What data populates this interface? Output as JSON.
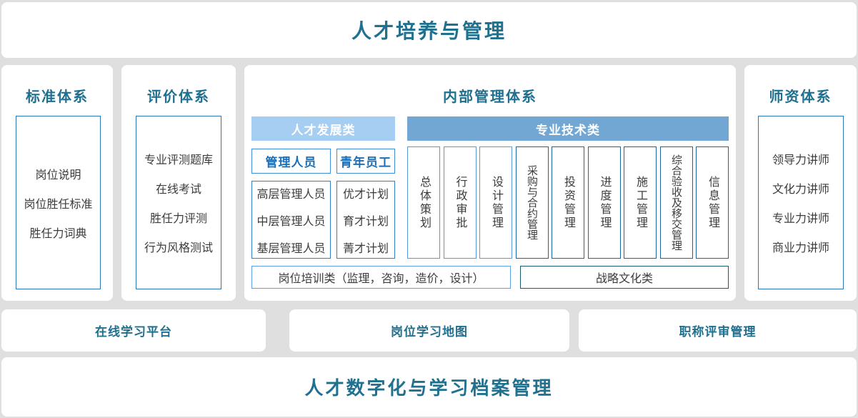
{
  "banners": {
    "top": "人才培养与管理",
    "bottom": "人才数字化与学习档案管理"
  },
  "standard": {
    "title": "标准体系",
    "items": [
      "岗位说明",
      "岗位胜任标准",
      "胜任力词典"
    ]
  },
  "evaluation": {
    "title": "评价体系",
    "items": [
      "专业评测题库",
      "在线考试",
      "胜任力评测",
      "行为风格测试"
    ]
  },
  "internal": {
    "title": "内部管理体系",
    "talent_dev": {
      "header": "人才发展类",
      "groups": [
        {
          "header": "管理人员",
          "items": [
            "高层管理人员",
            "中层管理人员",
            "基层管理人员"
          ]
        },
        {
          "header": "青年员工",
          "items": [
            "优才计划",
            "育才计划",
            "菁才计划"
          ]
        }
      ]
    },
    "professional": {
      "header": "专业技术类",
      "columns": [
        "总体策划",
        "行政审批",
        "设计管理",
        "采购与合约管理",
        "投资管理",
        "进度管理",
        "施工管理",
        "综合验收及移交管理",
        "信息管理"
      ]
    },
    "footer_boxes": [
      "岗位培训类（监理，咨询，造价，设计）",
      "战略文化类"
    ]
  },
  "teacher": {
    "title": "师资体系",
    "items": [
      "领导力讲师",
      "文化力讲师",
      "专业力讲师",
      "商业力讲师"
    ]
  },
  "bottom_row": {
    "items": [
      "在线学习平台",
      "岗位学习地图",
      "职称评审管理"
    ]
  },
  "colors": {
    "page_background": "#dfdfdf",
    "card_background": "#ffffff",
    "teal_text": "#20708f",
    "blue_text": "#1a6fba",
    "talent_dev_bar": "#a6cef2",
    "professional_bar": "#71a7d2",
    "light_border": "#5598e3",
    "dark_border": "#1865a5",
    "teal_border": "#175d70",
    "side_box_border": "#2878bd",
    "body_text": "#3c3c3c"
  }
}
